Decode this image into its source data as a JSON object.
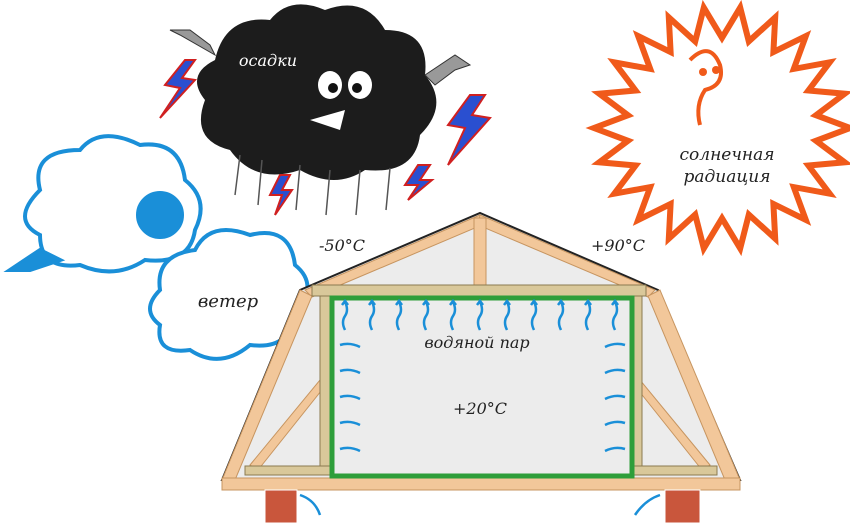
{
  "labels": {
    "precipitation": "осадки",
    "solar_line1": "солнечная",
    "solar_line2": "радиация",
    "wind": "ветер",
    "temp_cold": "-50°C",
    "temp_hot": "+90°C",
    "vapor": "водяной пар",
    "temp_inside": "+20°C"
  },
  "colors": {
    "sun": "#f05a1a",
    "cloud": "#1c1c1c",
    "lightning": "#2a4fd0",
    "wind": "#1a8fd8",
    "vapor": "#1a8fd8",
    "insulation_frame": "#2e9e3a",
    "timber": "#f2c79a",
    "brick": "#c9563c"
  }
}
